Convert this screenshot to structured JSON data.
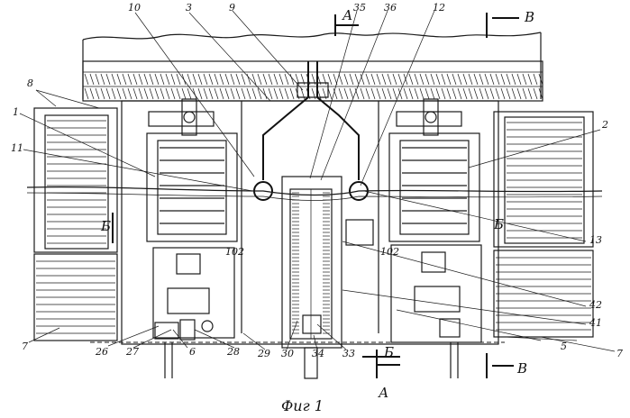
{
  "figure": {
    "caption": "Фиг 1"
  },
  "section_marks": {
    "a": "А",
    "b_letter": "Б",
    "v": "В"
  },
  "callouts": {
    "c10": "10",
    "c3": "3",
    "c9": "9",
    "c35": "35",
    "c36": "36",
    "c12": "12",
    "c8": "8",
    "c1": "1",
    "c11": "11",
    "c2": "2",
    "c102_left": "102",
    "c102_right": "102",
    "c13": "13",
    "c42": "42",
    "c41": "41",
    "c5": "5",
    "c7_left": "7",
    "c7_right": "7",
    "c26": "26",
    "c27": "27",
    "c6": "6",
    "c28": "28",
    "c29": "29",
    "c30": "30",
    "c34": "34",
    "c33": "33"
  }
}
